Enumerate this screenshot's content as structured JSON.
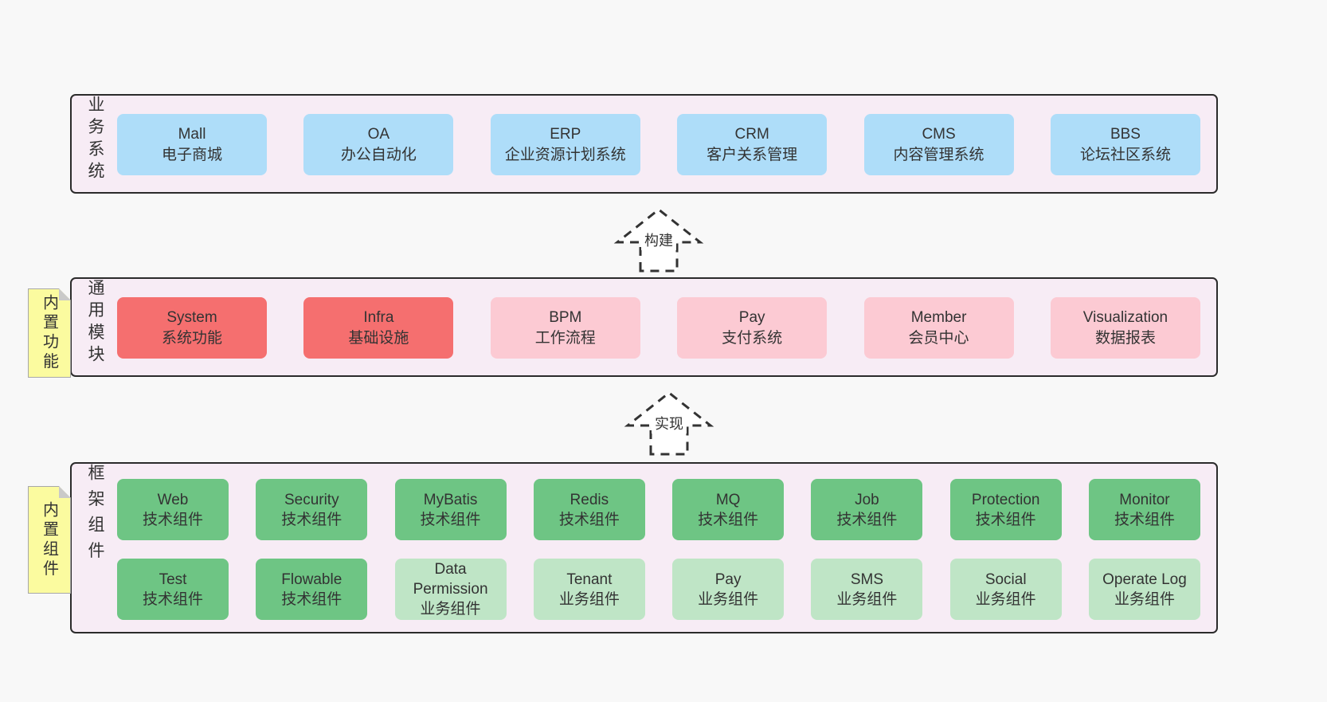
{
  "colors": {
    "page_bg": "#f8f8f8",
    "layer_bg": "#f7ecf5",
    "layer_border": "#2b2b2b",
    "blue_box": "#aeddf9",
    "red_box": "#f56f6f",
    "pink_box": "#fccad3",
    "green_box": "#6ec584",
    "light_green_box": "#bfe5c6",
    "note_bg": "#fbfb9f",
    "text": "#333333"
  },
  "arrows": {
    "build": "构建",
    "implement": "实现"
  },
  "layers": {
    "business": {
      "title": "业务系统",
      "boxes": [
        {
          "name": "Mall",
          "desc": "电子商城"
        },
        {
          "name": "OA",
          "desc": "办公自动化"
        },
        {
          "name": "ERP",
          "desc": "企业资源计划系统"
        },
        {
          "name": "CRM",
          "desc": "客户关系管理"
        },
        {
          "name": "CMS",
          "desc": "内容管理系统"
        },
        {
          "name": "BBS",
          "desc": "论坛社区系统"
        }
      ]
    },
    "modules": {
      "title": "通用模块",
      "note": "内置功能",
      "boxes": [
        {
          "name": "System",
          "desc": "系统功能",
          "variant": "red"
        },
        {
          "name": "Infra",
          "desc": "基础设施",
          "variant": "red"
        },
        {
          "name": "BPM",
          "desc": "工作流程",
          "variant": "pink"
        },
        {
          "name": "Pay",
          "desc": "支付系统",
          "variant": "pink"
        },
        {
          "name": "Member",
          "desc": "会员中心",
          "variant": "pink"
        },
        {
          "name": "Visualization",
          "desc": "数据报表",
          "variant": "pink"
        }
      ]
    },
    "framework": {
      "title": "框架组件",
      "note": "内置组件",
      "row1": [
        {
          "name": "Web",
          "desc": "技术组件",
          "variant": "green"
        },
        {
          "name": "Security",
          "desc": "技术组件",
          "variant": "green"
        },
        {
          "name": "MyBatis",
          "desc": "技术组件",
          "variant": "green"
        },
        {
          "name": "Redis",
          "desc": "技术组件",
          "variant": "green"
        },
        {
          "name": "MQ",
          "desc": "技术组件",
          "variant": "green"
        },
        {
          "name": "Job",
          "desc": "技术组件",
          "variant": "green"
        },
        {
          "name": "Protection",
          "desc": "技术组件",
          "variant": "green"
        },
        {
          "name": "Monitor",
          "desc": "技术组件",
          "variant": "green"
        }
      ],
      "row2": [
        {
          "name": "Test",
          "desc": "技术组件",
          "variant": "green"
        },
        {
          "name": "Flowable",
          "desc": "技术组件",
          "variant": "green"
        },
        {
          "name": "Data Permission",
          "desc": "业务组件",
          "variant": "lightgreen"
        },
        {
          "name": "Tenant",
          "desc": "业务组件",
          "variant": "lightgreen"
        },
        {
          "name": "Pay",
          "desc": "业务组件",
          "variant": "lightgreen"
        },
        {
          "name": "SMS",
          "desc": "业务组件",
          "variant": "lightgreen"
        },
        {
          "name": "Social",
          "desc": "业务组件",
          "variant": "lightgreen"
        },
        {
          "name": "Operate Log",
          "desc": "业务组件",
          "variant": "lightgreen"
        }
      ]
    }
  }
}
